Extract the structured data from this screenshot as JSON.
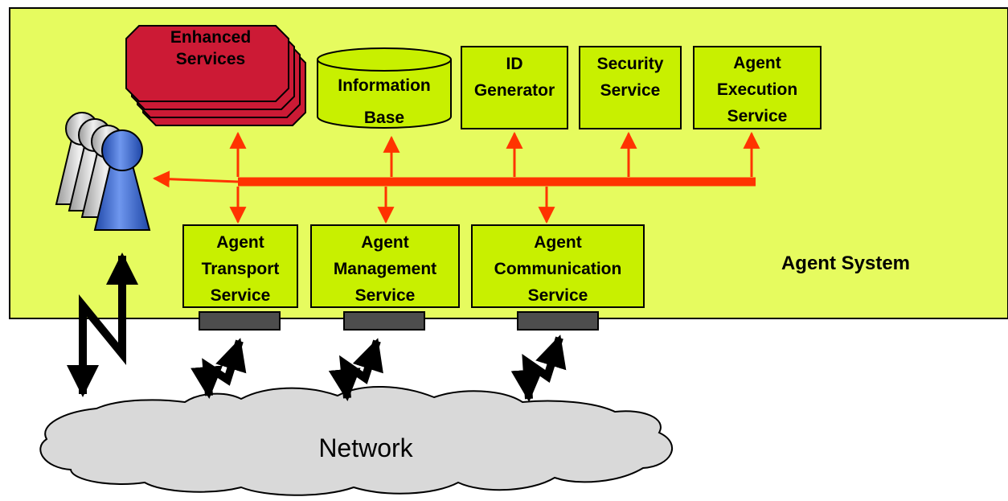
{
  "colors": {
    "system_fill": "#e6fb5f",
    "box_fill": "#c8f000",
    "enhanced_fill": "#cc1a35",
    "bus": "#ff3300",
    "port": "#4d4d4d",
    "cloud": "#d9d9d9",
    "agent_front": "#3a6bd8",
    "agent_back": "#d4d4d4"
  },
  "system": {
    "label": "Agent System"
  },
  "services": {
    "enhanced": {
      "line1": "Enhanced",
      "line2": "Services"
    },
    "information_base": {
      "line1": "Information",
      "line2": "Base"
    },
    "id_generator": {
      "line1": "ID",
      "line2": "Generator"
    },
    "security": {
      "line1": "Security",
      "line2": "Service"
    },
    "execution": {
      "line1": "Agent",
      "line2": "Execution",
      "line3": "Service"
    },
    "transport": {
      "line1": "Agent",
      "line2": "Transport",
      "line3": "Service"
    },
    "management": {
      "line1": "Agent",
      "line2": "Management",
      "line3": "Service"
    },
    "communication": {
      "line1": "Agent",
      "line2": "Communication",
      "line3": "Service"
    }
  },
  "network": {
    "label": "Network"
  },
  "icons": [
    "agent-user-icon",
    "database-icon",
    "cloud-icon",
    "lightning-link-icon"
  ]
}
